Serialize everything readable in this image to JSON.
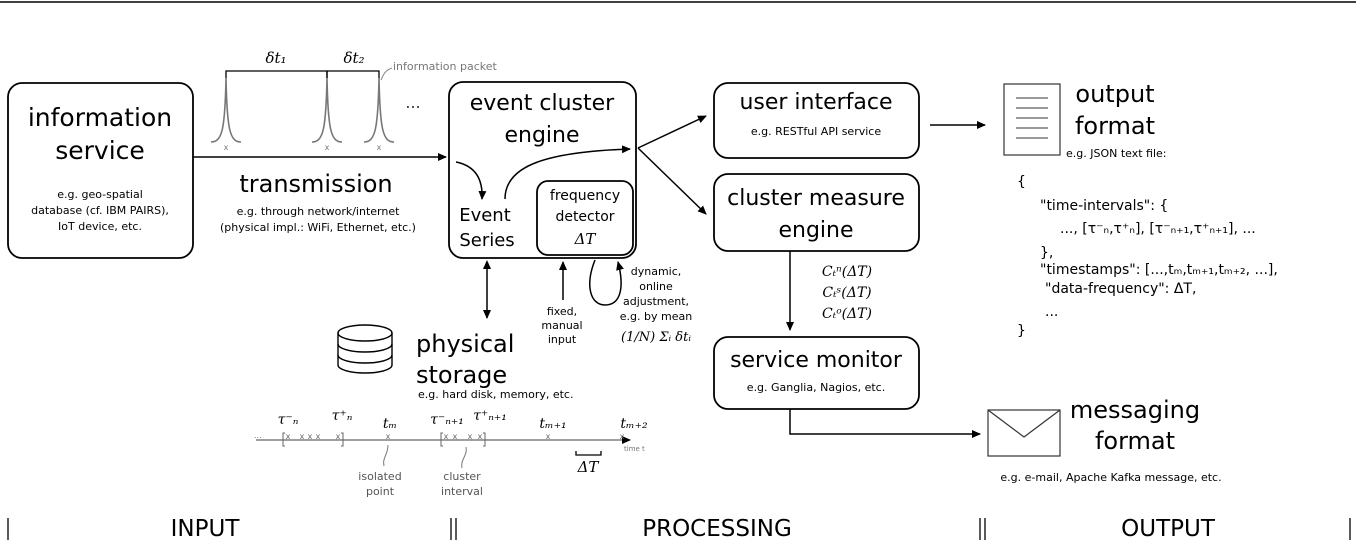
{
  "input": {
    "info_service": {
      "title_line1": "information",
      "title_line2": "service",
      "desc_line1": "e.g. geo-spatial",
      "desc_line2": "database (cf. IBM PAIRS),",
      "desc_line3": "IoT device, etc."
    },
    "packets": {
      "dt1": "δt₁",
      "dt2": "δt₂",
      "packet_label": "information packet",
      "ellipsis": "...",
      "x_mark": "x"
    },
    "transmission": {
      "title": "transmission",
      "desc_line1": "e.g. through network/internet",
      "desc_line2": "(physical impl.: WiFi, Ethernet, etc.)"
    },
    "storage": {
      "title_line1": "physical",
      "title_line2": "storage",
      "desc": "e.g. hard disk, memory, etc."
    },
    "timeline": {
      "tau_n_minus": "τ⁻ₙ",
      "tau_n_plus": "τ⁺ₙ",
      "t_m": "tₘ",
      "tau_n1_minus": "τ⁻ₙ₊₁",
      "tau_n1_plus": "τ⁺ₙ₊₁",
      "t_m1": "tₘ₊₁",
      "t_m2": "tₘ₊₂",
      "dots": "...",
      "time_label": "time t",
      "delta_T": "ΔT",
      "isolated_line1": "isolated",
      "isolated_line2": "point",
      "cluster_line1": "cluster",
      "cluster_line2": "interval"
    }
  },
  "processing": {
    "event_engine": {
      "title_line1": "event cluster",
      "title_line2": "engine",
      "series_line1": "Event",
      "series_line2": "Series"
    },
    "freq_detector": {
      "line1": "frequency",
      "line2": "detector",
      "line3": "ΔT"
    },
    "fixed_input": {
      "line1": "fixed,",
      "line2": "manual",
      "line3": "input"
    },
    "dynamic": {
      "line1": "dynamic,",
      "line2": "online",
      "line3": "adjustment,",
      "line4": "e.g. by mean",
      "formula": "(1/N) Σᵢ δtᵢ"
    },
    "user_interface": {
      "title": "user interface",
      "desc": "e.g. RESTful API service"
    },
    "cluster_measure": {
      "title_line1": "cluster measure",
      "title_line2": "engine",
      "m1": "Cₜⁿ(ΔT)",
      "m2": "Cₜˢ(ΔT)",
      "m3": "Cₜᵒ(ΔT)"
    },
    "service_monitor": {
      "title": "service monitor",
      "desc": "e.g. Ganglia, Nagios, etc."
    }
  },
  "output": {
    "output_format": {
      "title_line1": "output",
      "title_line2": "format",
      "desc": "e.g. JSON text file:"
    },
    "json": {
      "l1": "{",
      "l2": "\"time-intervals\": {",
      "l3": "..., [τ⁻ₙ,τ⁺ₙ], [τ⁻ₙ₊₁,τ⁺ₙ₊₁], ...",
      "l4": "},",
      "l5": "\"timestamps\": [...,tₘ,tₘ₊₁,tₘ₊₂, ...],",
      "l6": "\"data-frequency\": ΔT,",
      "l7": "...",
      "l8": "}"
    },
    "messaging": {
      "title_line1": "messaging",
      "title_line2": "format",
      "desc": "e.g. e-mail, Apache Kafka message, etc."
    }
  },
  "footer": {
    "input": "INPUT",
    "processing": "PROCESSING",
    "output": "OUTPUT"
  }
}
